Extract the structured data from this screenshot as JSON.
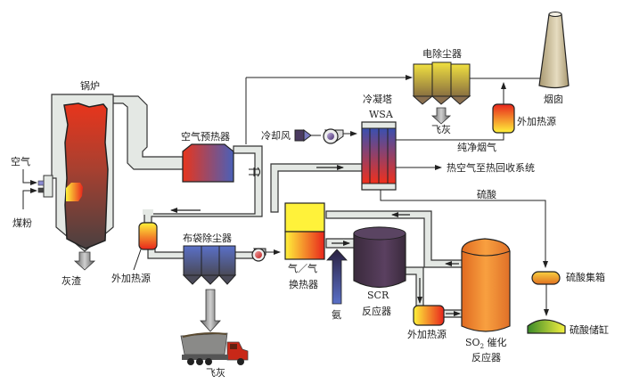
{
  "diagram": {
    "title": "WSA湿法硫酸工艺流程",
    "labels": {
      "boiler": "锅炉",
      "air": "空气",
      "coal": "煤粉",
      "slag": "灰渣",
      "air_preheater": "空气预热器",
      "external_heat_1": "外加热源",
      "bag_filter": "布袋除尘器",
      "fly_ash_truck": "飞灰",
      "gas_gas_hx_line1": "气／气",
      "gas_gas_hx_line2": "换热器",
      "ammonia": "氨",
      "scr_line1": "SCR",
      "scr_line2": "反应器",
      "external_heat_2": "外加热源",
      "so2_reactor_prefix": "SO",
      "so2_reactor_sub": "2",
      "so2_reactor_line1_suffix": " 催化",
      "so2_reactor_line2": "反应器",
      "cooling_air": "冷却风",
      "condenser_line1": "冷凝塔",
      "condenser_line2": "WSA",
      "esp": "电除尘器",
      "fly_ash_esp": "飞灰",
      "clean_flue_gas": "纯净烟气",
      "external_heat_3": "外加热源",
      "chimney": "烟囱",
      "hot_air": "热空气至热回收系统",
      "sulfuric_acid": "硫酸",
      "acid_collector": "硫酸集箱",
      "acid_tank": "硫酸储缸"
    },
    "colors": {
      "duct_fill": "#e4e8e4",
      "duct_stroke": "#333333",
      "flame_red": "#e8351c",
      "heater_yellow": "#fff23a",
      "bag_blue": "#5566b0",
      "esp_yellow": "#e8d84a",
      "scr_purple": "#4a3850",
      "so2_orange": "#f08a30",
      "chimney_tan": "#c2b48c",
      "tank_green": "#5aa030"
    }
  }
}
